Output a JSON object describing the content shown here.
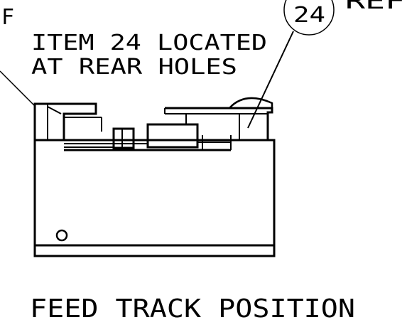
{
  "sheet": {
    "corner_letter": "F",
    "note_line_1": "ITEM 24 LOCATED",
    "note_line_2": "AT REAR HOLES",
    "balloon_number": "24",
    "balloon_suffix": "REF",
    "view_caption": "FEED TRACK POSITION"
  },
  "colors": {
    "ink": "#000000",
    "background": "#ffffff"
  }
}
